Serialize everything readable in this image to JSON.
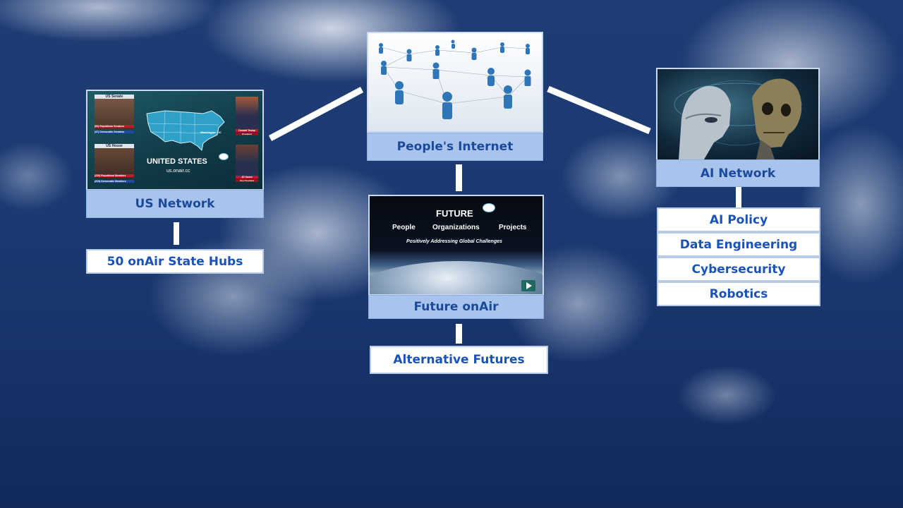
{
  "nodes": {
    "peoples_internet": {
      "label": "People's Internet"
    },
    "us_network": {
      "label": "US Network",
      "image_text": {
        "senate": "US Senate",
        "house": "US House",
        "country": "UNITED STATES",
        "site": "us.onair.cc",
        "senate_r": "(53) Republican Senators",
        "senate_d": "(47) Democratic Senators",
        "house_r": "(220) Republican Members",
        "house_d": "(213) Democratic Members",
        "dc": "Washington DC",
        "president_name": "Donald Trump",
        "president_title": "President",
        "vp_name": "JD Vance",
        "vp_title": "Vice President"
      }
    },
    "ai_network": {
      "label": "AI Network"
    },
    "future_onair": {
      "label": "Future onAir",
      "image_text": {
        "title": "FUTURE",
        "menu": [
          "People",
          "Organizations",
          "Projects"
        ],
        "tagline": "Positively Addressing Global Challenges"
      }
    }
  },
  "children": {
    "us_network": [
      "50 onAir State Hubs"
    ],
    "future_onair": [
      "Alternative Futures"
    ],
    "ai_network": [
      "AI Policy",
      "Data Engineering",
      "Cybersecurity",
      "Robotics"
    ]
  },
  "colors": {
    "label_bg": "#a9c4ec",
    "label_text": "#1c4a9a",
    "box_text": "#1a53b8",
    "connector": "#ffffff"
  },
  "icons": [
    "people-network-image",
    "us-map-image",
    "robot-skull-image",
    "earth-horizon-image",
    "play-icon",
    "speech-bubble-icon"
  ]
}
